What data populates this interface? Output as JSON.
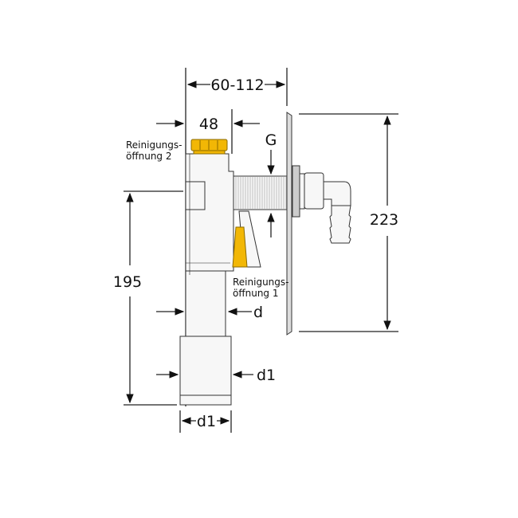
{
  "dimensions": {
    "installation_depth": "60-112",
    "body_width": "48",
    "thread": "G",
    "height_total": "223",
    "height_outlet": "195",
    "pipe_diameter": "d",
    "sleeve_diameter": "d1",
    "bottom_diameter": "d1"
  },
  "labels": {
    "cleaning_opening_2": [
      "Reinigungs-",
      "öffnung 2"
    ],
    "cleaning_opening_1": [
      "Reinigungs-",
      "öffnung 1"
    ]
  },
  "colors": {
    "accent": "#f2b705",
    "line": "#222222"
  }
}
